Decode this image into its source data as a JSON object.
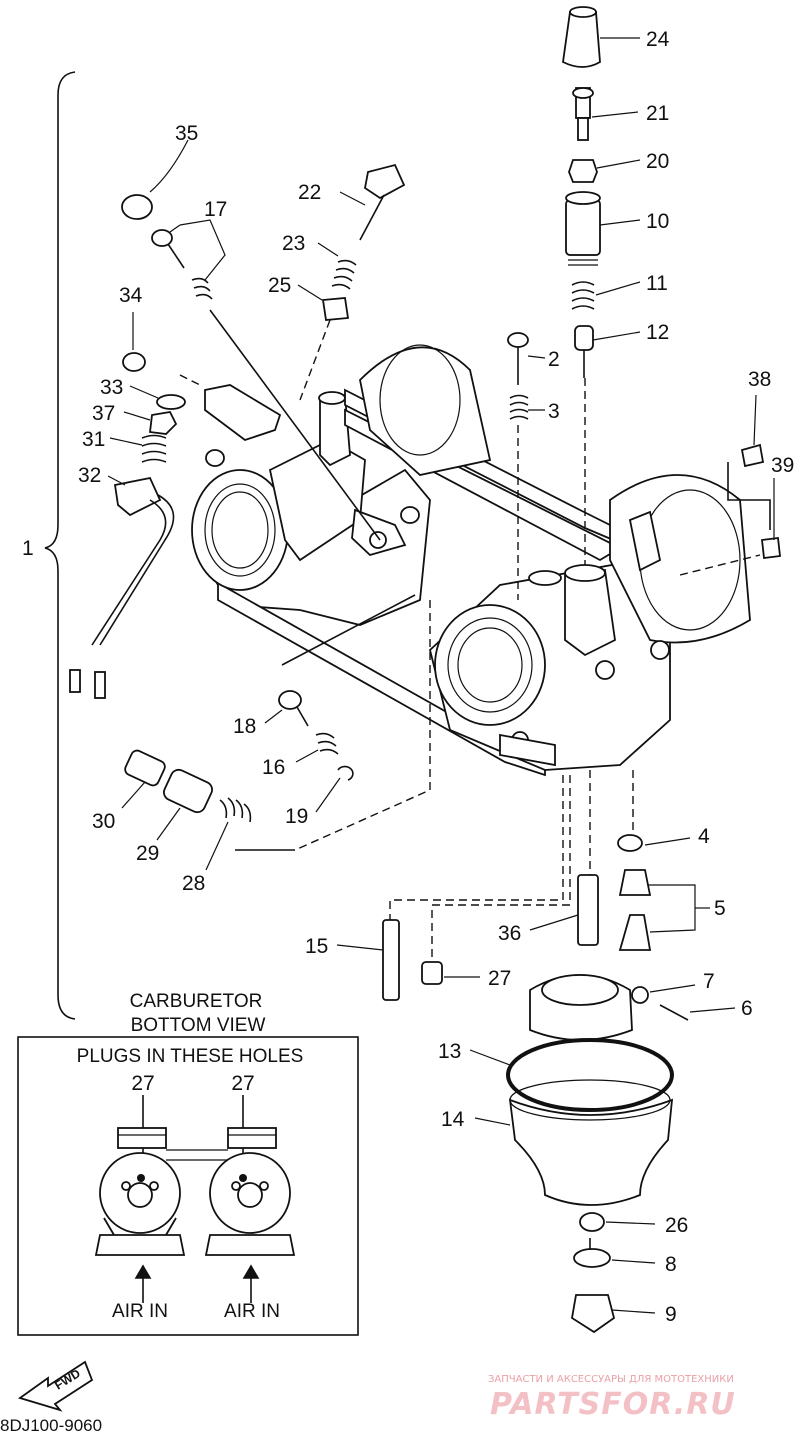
{
  "callouts": [
    {
      "id": "c1",
      "text": "1"
    },
    {
      "id": "c2",
      "text": "2"
    },
    {
      "id": "c3",
      "text": "3"
    },
    {
      "id": "c4",
      "text": "4"
    },
    {
      "id": "c5",
      "text": "5"
    },
    {
      "id": "c6",
      "text": "6"
    },
    {
      "id": "c7",
      "text": "7"
    },
    {
      "id": "c8",
      "text": "8"
    },
    {
      "id": "c9",
      "text": "9"
    },
    {
      "id": "c10",
      "text": "10"
    },
    {
      "id": "c11",
      "text": "11"
    },
    {
      "id": "c12",
      "text": "12"
    },
    {
      "id": "c13",
      "text": "13"
    },
    {
      "id": "c14",
      "text": "14"
    },
    {
      "id": "c15",
      "text": "15"
    },
    {
      "id": "c16",
      "text": "16"
    },
    {
      "id": "c17",
      "text": "17"
    },
    {
      "id": "c18",
      "text": "18"
    },
    {
      "id": "c19",
      "text": "19"
    },
    {
      "id": "c20",
      "text": "20"
    },
    {
      "id": "c21",
      "text": "21"
    },
    {
      "id": "c22",
      "text": "22"
    },
    {
      "id": "c23",
      "text": "23"
    },
    {
      "id": "c24",
      "text": "24"
    },
    {
      "id": "c25",
      "text": "25"
    },
    {
      "id": "c26",
      "text": "26"
    },
    {
      "id": "c27",
      "text": "27"
    },
    {
      "id": "c28",
      "text": "28"
    },
    {
      "id": "c29",
      "text": "29"
    },
    {
      "id": "c30",
      "text": "30"
    },
    {
      "id": "c31",
      "text": "31"
    },
    {
      "id": "c32",
      "text": "32"
    },
    {
      "id": "c33",
      "text": "33"
    },
    {
      "id": "c34",
      "text": "34"
    },
    {
      "id": "c35",
      "text": "35"
    },
    {
      "id": "c36",
      "text": "36"
    },
    {
      "id": "c37",
      "text": "37"
    },
    {
      "id": "c38",
      "text": "38"
    },
    {
      "id": "c39",
      "text": "39"
    }
  ],
  "bottom_view": {
    "caption_line1": "CARBURETOR",
    "caption_line2": "BOTTOM VIEW",
    "header": "PLUGS IN THESE HOLES",
    "plug_label_left": "27",
    "plug_label_right": "27",
    "air_in_left": "AIR IN",
    "air_in_right": "AIR IN"
  },
  "fwd_label": "FWD",
  "diagram_code": "8DJ100-9060",
  "watermark": {
    "line1": "ЗАПЧАСТИ И АКСЕССУАРЫ ДЛЯ МОТОТЕХНИКИ",
    "line2": "PARTSFOR.RU"
  }
}
